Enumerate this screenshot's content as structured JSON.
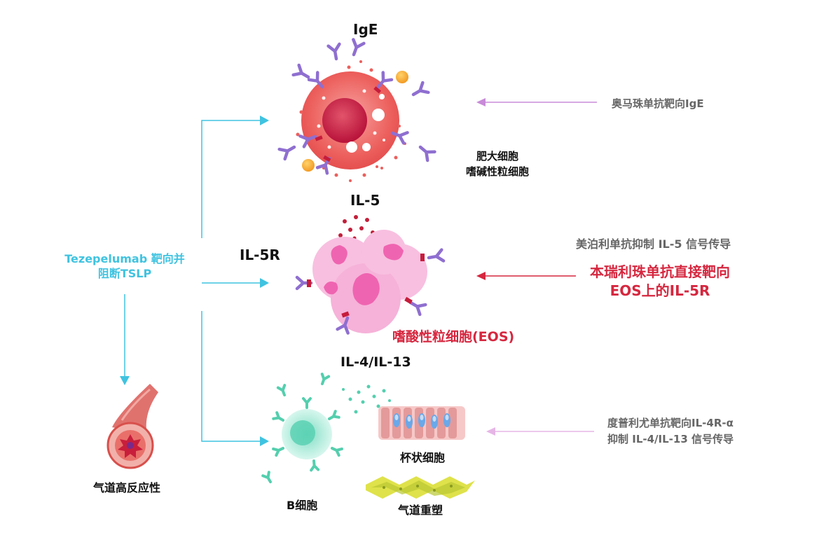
{
  "source": {
    "text_line1": "Tezepelumab 靶向并",
    "text_line2": "阻断TSLP"
  },
  "airway": {
    "label": "气道高反应性"
  },
  "mast": {
    "ige_label": "IgE",
    "cell_label_line1": "肥大细胞",
    "cell_label_line2": "嗜碱性粒细胞",
    "drug_label": "奥马珠单抗靶向IgE"
  },
  "eos": {
    "il5_label": "IL-5",
    "il5r_label": "IL-5R",
    "cell_label": "嗜酸性粒细胞(EOS)",
    "drug1_label": "美泊利单抗抑制 IL-5 信号传导",
    "drug2_line1": "本瑞利珠单抗直接靶向",
    "drug2_line2": "EOS上的IL-5R"
  },
  "bcell": {
    "il4_label": "IL-4/IL-13",
    "b_label": "B细胞",
    "goblet_label": "杯状细胞",
    "remodel_label": "气道重塑",
    "drug_line1": "度普利尤单抗靶向IL-4R-α",
    "drug_line2": "抑制 IL-4/IL-13 信号传导"
  },
  "colors": {
    "cyan": "#3fc3e0",
    "red": "#d6273f",
    "violet_arrow": "#c88bd8",
    "pink_arrow": "#e6b6e6",
    "antibody": "#8f6fd0",
    "mast_cell": "#ee5a5a",
    "eos_cell": "#f4a6d4",
    "b_cell": "#8ee3c8"
  }
}
